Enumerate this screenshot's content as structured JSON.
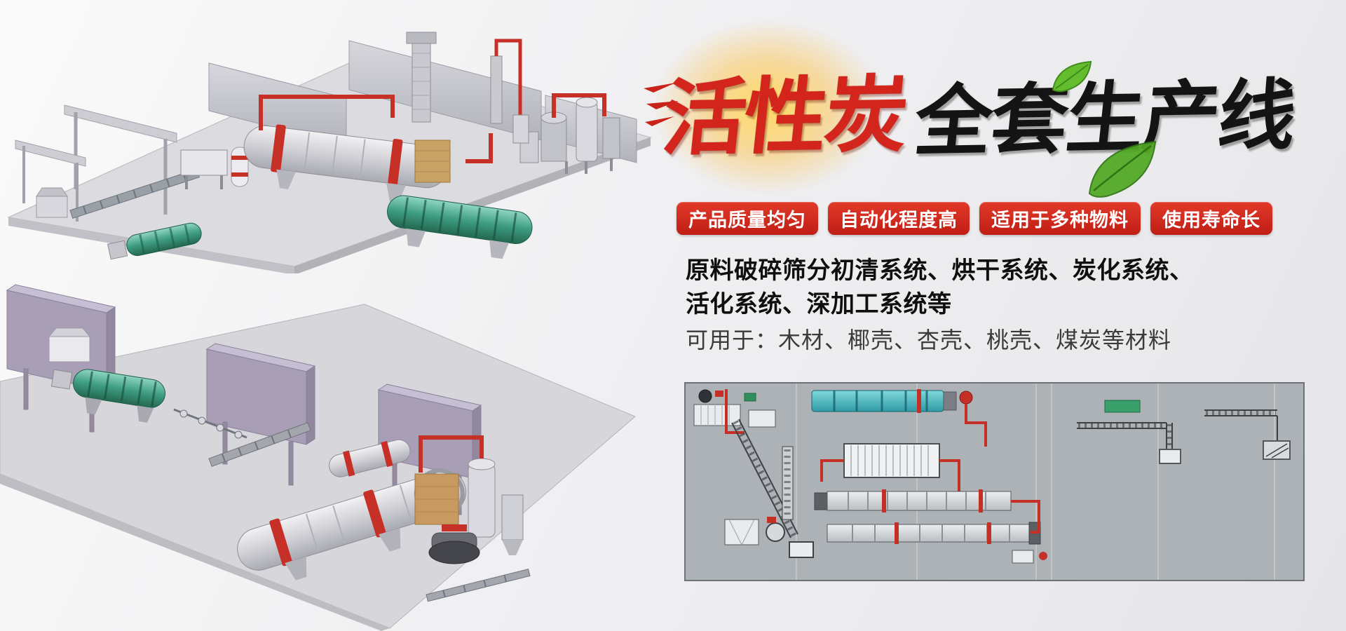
{
  "banner": {
    "title": {
      "highlight": "活性炭",
      "rest": "全套生产线"
    },
    "badges": [
      "产品质量均匀",
      "自动化程度高",
      "适用于多种物料",
      "使用寿命长"
    ],
    "description": {
      "bold_line1": "原料破碎筛分初清系统、烘干系统、炭化系统、",
      "bold_line2": "活化系统、深加工系统等",
      "materials_line": "可用于：木材、椰壳、杏壳、桃壳、煤炭等材料"
    }
  },
  "colors": {
    "title_red": "#d4251c",
    "title_black": "#141414",
    "badge_red": "#c81f16",
    "badge_text": "#ffffff",
    "pipe_red": "#c63026",
    "drum_green": "#3e9c82",
    "wall_purple": "#a89fb6",
    "steel_gray": "#cfcfd5",
    "schematic_gray": "#adb2b7",
    "leaf_green": "#59b42c",
    "background": "#f0f0f2"
  },
  "illustrations": {
    "top_left": "3d-render-activated-carbon-line-overview",
    "bottom_left": "3d-render-activated-carbon-line-alt-view",
    "bottom_right": "production-line-top-view-schematic"
  }
}
